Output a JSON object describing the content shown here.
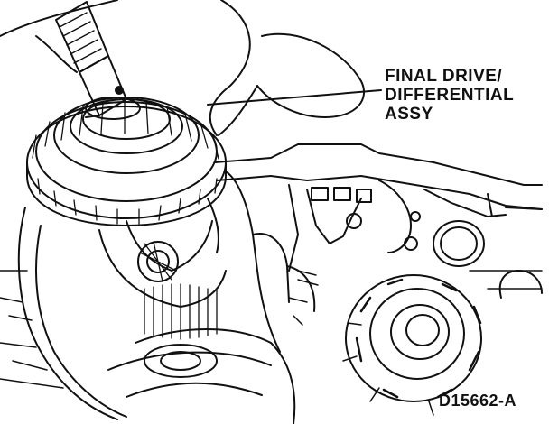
{
  "callout": {
    "line1": "FINAL DRIVE/",
    "line2": "DIFFERENTIAL",
    "line3": "ASSY"
  },
  "figure_id": "D15662-A",
  "colors": {
    "ink": "#111111",
    "paper": "#ffffff"
  }
}
